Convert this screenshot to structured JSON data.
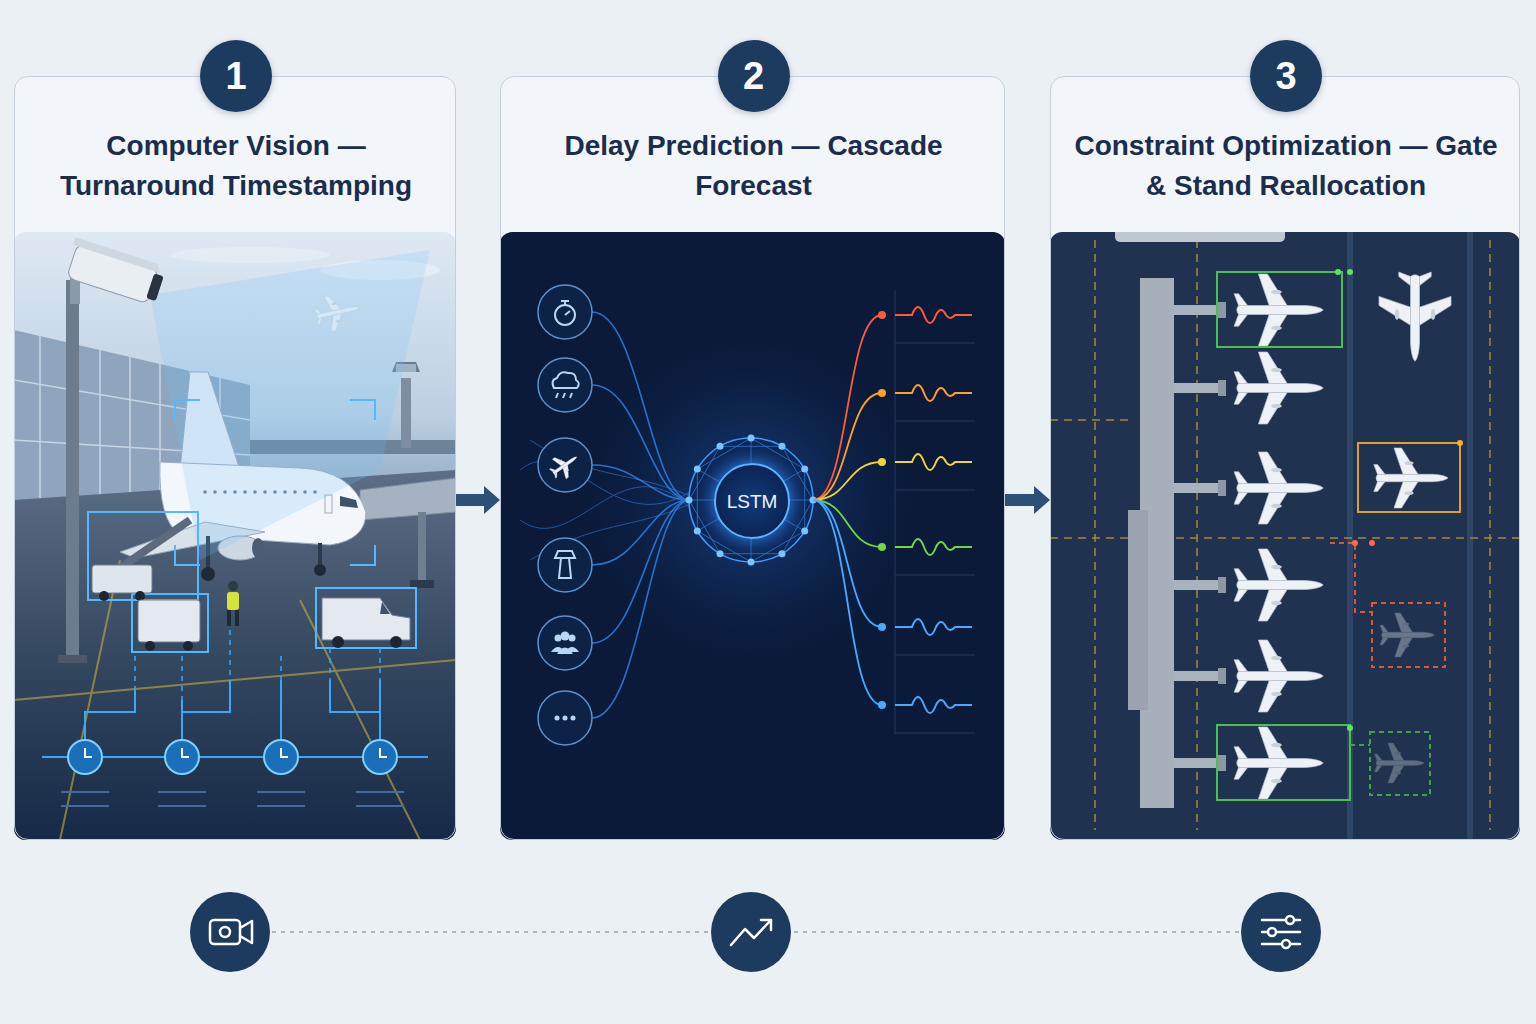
{
  "diagram": {
    "nodes": [
      {
        "text": [
          "Computer Vision — Turnaround Timestamping"
        ]
      },
      {
        "text": [
          "1"
        ],
        "in": 0
      },
      {
        "text": [
          "Delay Prediction — Cascade Forecast"
        ]
      },
      {
        "text": [
          "2"
        ],
        "in": 2
      },
      {
        "text": [
          "LSTM"
        ],
        "in": 2
      },
      {
        "text": [
          "Constraint Optimization — Gate & Stand Reallocation"
        ]
      },
      {
        "text": [
          "3"
        ],
        "in": 5
      }
    ],
    "edges": [
      {
        "from": 0,
        "to": 2,
        "arrow": "to"
      },
      {
        "from": 2,
        "to": 5,
        "arrow": "to"
      }
    ]
  }
}
